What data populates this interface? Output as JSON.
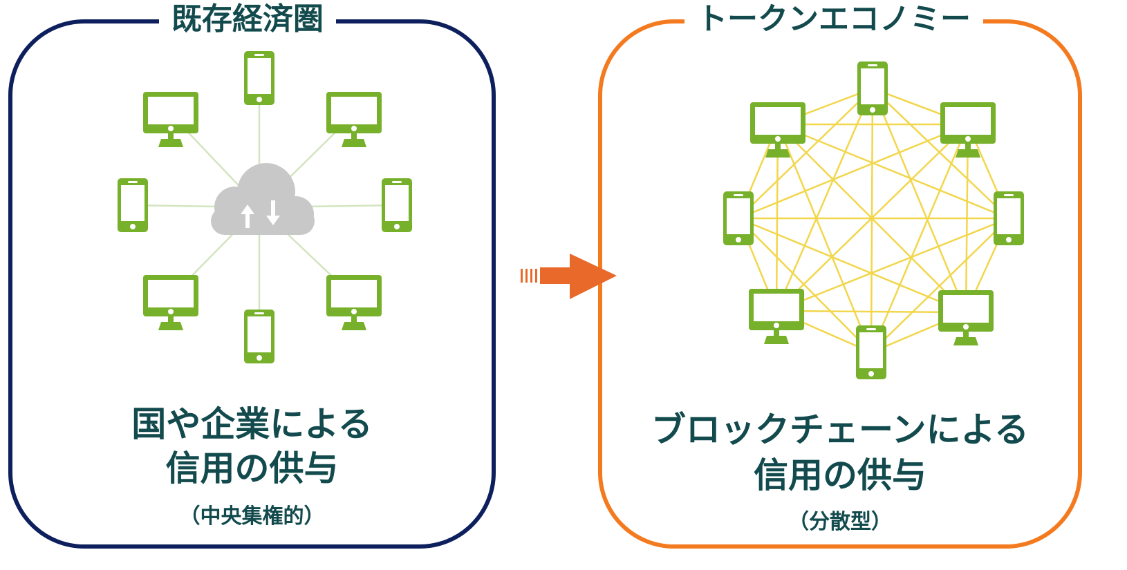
{
  "left_panel": {
    "title": "既存経済圏",
    "caption_line1": "国や企業による",
    "caption_line2": "信用の供与",
    "caption_sub": "（中央集権的）",
    "border_color": "#0d1f5c"
  },
  "right_panel": {
    "title": "トークンエコノミー",
    "caption_line1": "ブロックチェーンによる",
    "caption_line2": "信用の供与",
    "caption_sub": "（分散型）",
    "border_color": "#f47a1f"
  },
  "colors": {
    "device_green": "#77b02a",
    "cloud_gray": "#c8c8c8",
    "link_light_green": "#d3e4bf",
    "mesh_yellow": "#f2d64b",
    "arrow_orange": "#e8692a",
    "text_teal": "#124a4d"
  },
  "icons": {
    "left_hub": "cloud-sync-icon",
    "device_types": [
      "monitor-icon",
      "smartphone-icon"
    ]
  }
}
